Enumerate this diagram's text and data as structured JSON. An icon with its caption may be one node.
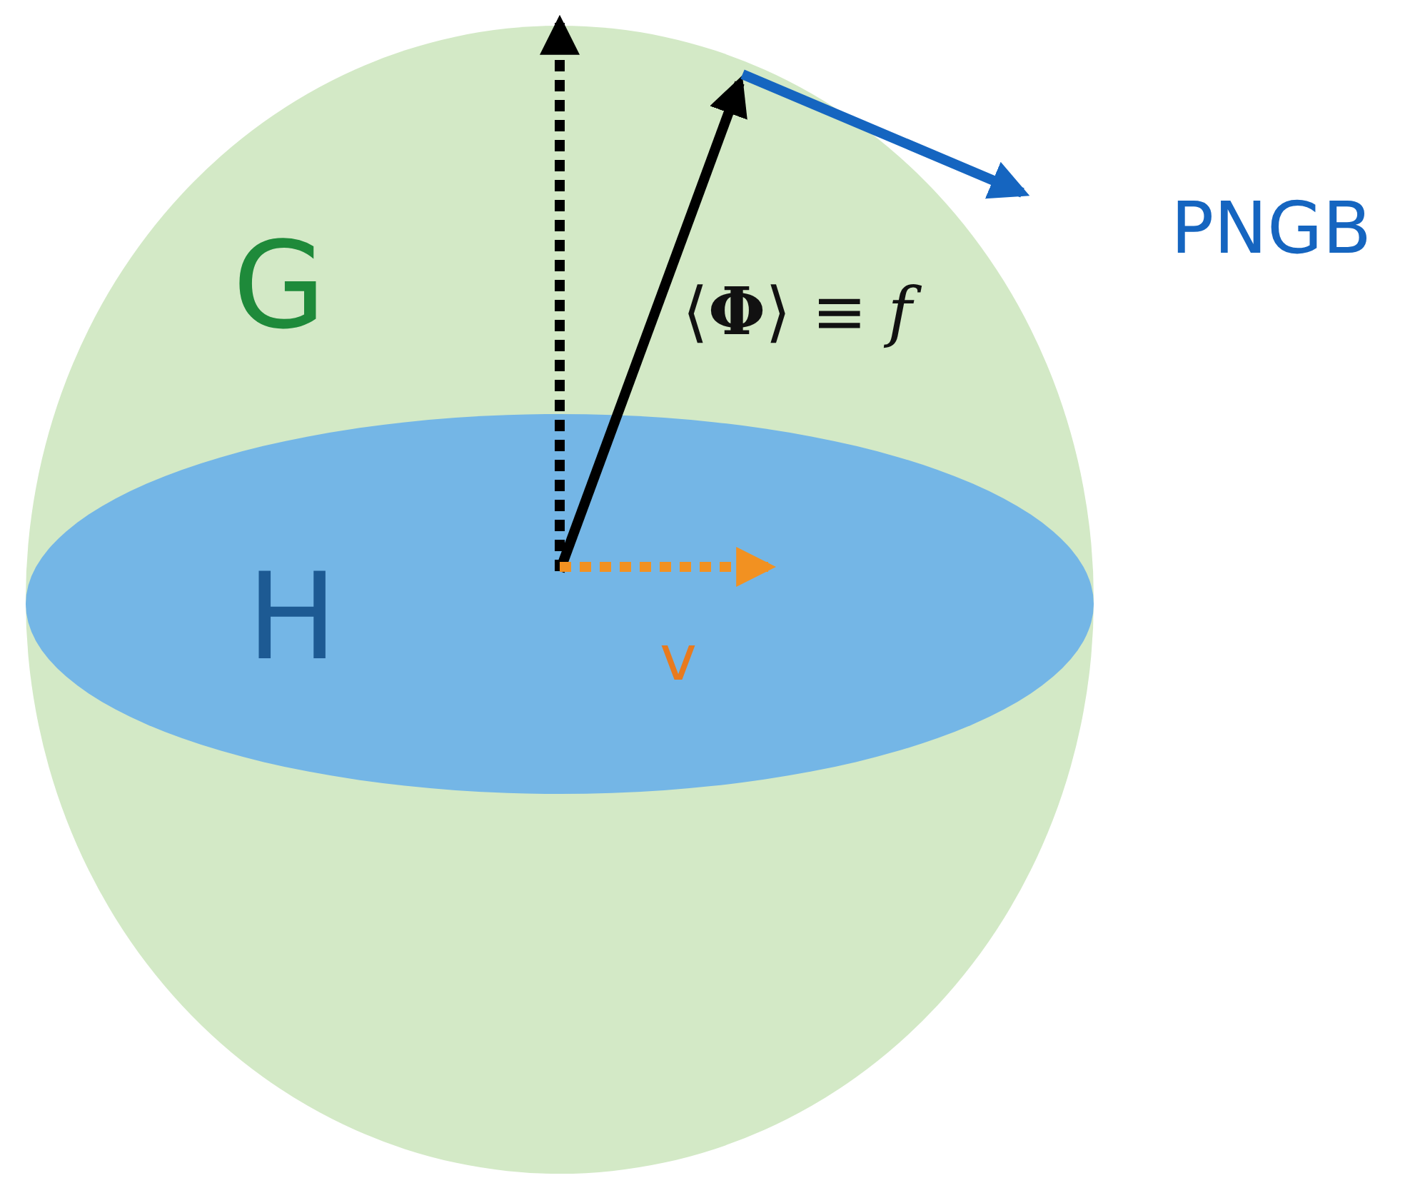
{
  "diagram": {
    "nodes": [
      {
        "text": [
          "G"
        ]
      },
      {
        "text": [
          "H"
        ],
        "in": 0
      }
    ],
    "labels": [
      "⟨**Φ**⟩ ≡ *f*",
      "v",
      "PNGB"
    ]
  }
}
